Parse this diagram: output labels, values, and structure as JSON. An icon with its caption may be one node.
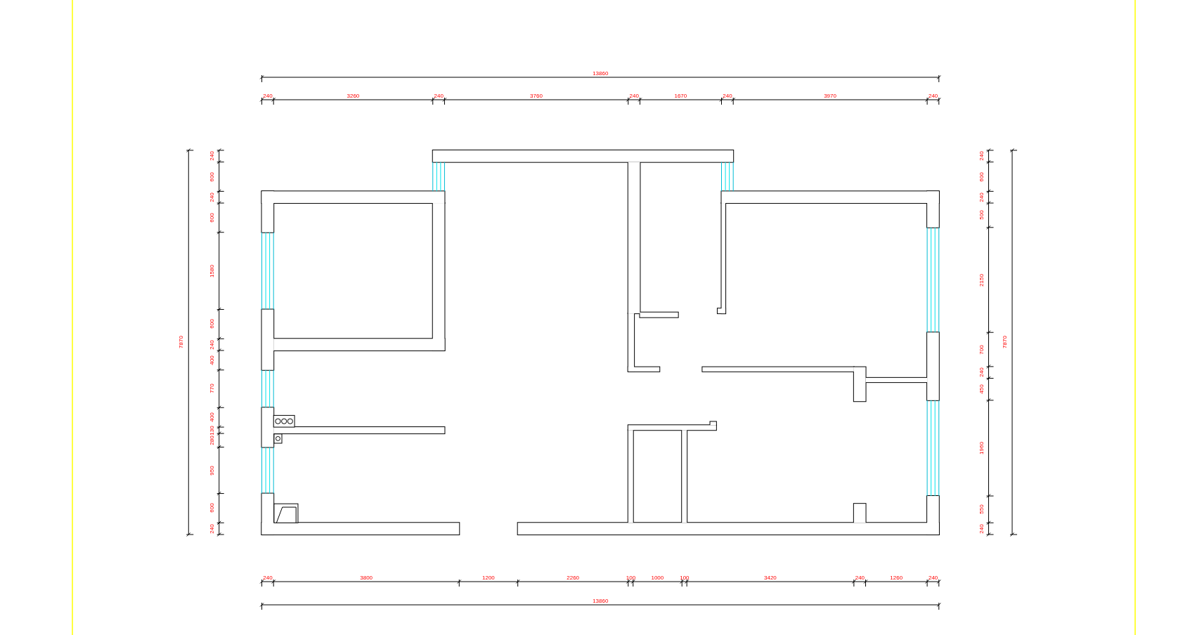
{
  "diagram": {
    "labels": [
      "13860",
      "240",
      "3260",
      "240",
      "3760",
      "240",
      "1670",
      "240",
      "3970",
      "240",
      "240",
      "600",
      "240",
      "600",
      "1580",
      "600",
      "240",
      "400",
      "770",
      "400",
      "130",
      "280",
      "950",
      "600",
      "240",
      "7870",
      "240",
      "600",
      "240",
      "500",
      "2150",
      "700",
      "240",
      "450",
      "1960",
      "550",
      "240",
      "7870",
      "240",
      "3800",
      "1200",
      "2260",
      "100",
      "1000",
      "100",
      "3420",
      "240",
      "1260",
      "240",
      "13860"
    ]
  }
}
